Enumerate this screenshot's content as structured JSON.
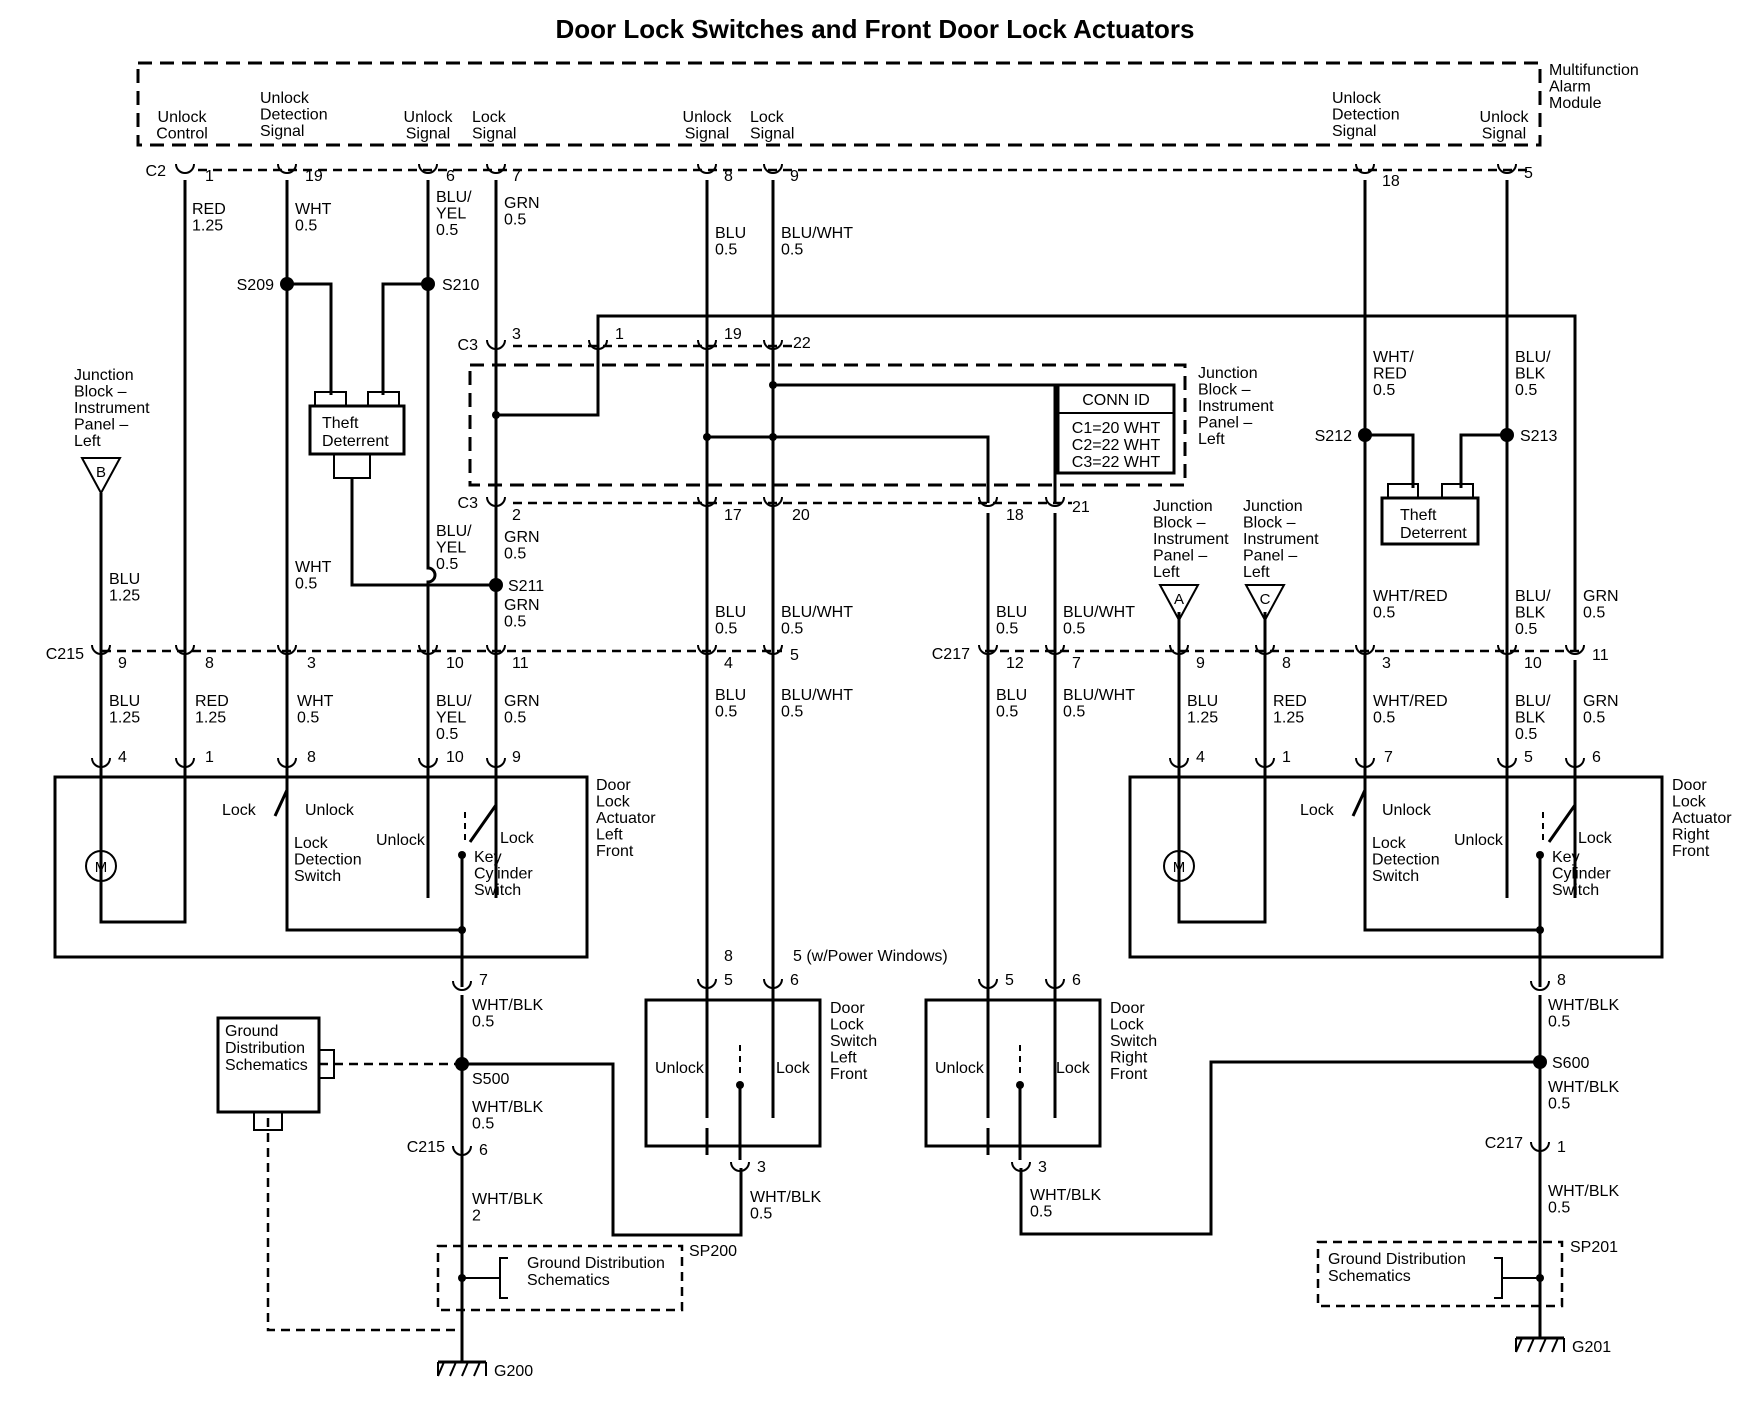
{
  "title": "Door Lock Switches and Front Door Lock Actuators",
  "labels": {
    "unlock_control": [
      "Unlock",
      "Control"
    ],
    "unlock_detection_signal_left": [
      "Unlock",
      "Detection",
      "Signal"
    ],
    "unlock_signal_left": [
      "Unlock",
      "Signal"
    ],
    "lock_signal_left": [
      "Lock",
      "Signal"
    ],
    "unlock_signal_mid": [
      "Unlock",
      "Signal"
    ],
    "lock_signal_mid": [
      "Lock",
      "Signal"
    ],
    "unlock_detection_signal_right": [
      "Unlock",
      "Detection",
      "Signal"
    ],
    "unlock_signal_right": [
      "Unlock",
      "Signal"
    ],
    "multifunction_alarm_module": [
      "Multifunction",
      "Alarm",
      "Module"
    ],
    "junction_block_ip_left_b": [
      "Junction",
      "Block –",
      "Instrument",
      "Panel –",
      "Left"
    ],
    "junction_block_ip_left_box": [
      "Junction",
      "Block –",
      "Instrument",
      "Panel –",
      "Left"
    ],
    "junction_block_ip_left_a": [
      "Junction",
      "Block –",
      "Instrument",
      "Panel –",
      "Left"
    ],
    "junction_block_ip_left_c": [
      "Junction",
      "Block –",
      "Instrument",
      "Panel –",
      "Left"
    ],
    "theft_deterrent_left": [
      "Theft",
      "Deterrent"
    ],
    "theft_deterrent_right": [
      "Theft",
      "Deterrent"
    ],
    "conn_id_title": "CONN ID",
    "conn_id_rows": [
      "C1=20 WHT",
      "C2=22 WHT",
      "C3=22 WHT"
    ],
    "door_lock_actuator_left": [
      "Door",
      "Lock",
      "Actuator",
      "Left",
      "Front"
    ],
    "door_lock_actuator_right": [
      "Door",
      "Lock",
      "Actuator",
      "Right",
      "Front"
    ],
    "door_lock_switch_left": [
      "Door",
      "Lock",
      "Switch",
      "Left",
      "Front"
    ],
    "door_lock_switch_right": [
      "Door",
      "Lock",
      "Switch",
      "Right",
      "Front"
    ],
    "ground_distribution_box": [
      "Ground",
      "Distribution",
      "Schematics"
    ],
    "ground_distribution_sp200": [
      "Ground Distribution",
      "Schematics"
    ],
    "ground_distribution_sp201": [
      "Ground Distribution",
      "Schematics"
    ],
    "lock": "Lock",
    "unlock": "Unlock",
    "lock_detection_switch": [
      "Lock",
      "Detection",
      "Switch"
    ],
    "key_cylinder_switch": [
      "Key",
      "Cylinder",
      "Switch"
    ],
    "motor": "M",
    "power_windows_note": "5 (w/Power Windows)"
  },
  "connectors": {
    "c2": "C2",
    "c3_top": "C3",
    "c3_bottom": "C3",
    "c215_mid": "C215",
    "c217_mid": "C217",
    "c215_low": "C215",
    "c217_low": "C217"
  },
  "splices": {
    "s209": "S209",
    "s210": "S210",
    "s211": "S211",
    "s212": "S212",
    "s213": "S213",
    "s500": "S500",
    "s600": "S600",
    "sp200": "SP200",
    "sp201": "SP201"
  },
  "grounds": {
    "g200": "G200",
    "g201": "G201"
  },
  "offpage": {
    "b": "B",
    "a": "A",
    "c": "C"
  },
  "pins": {
    "c2": [
      "1",
      "19",
      "6",
      "7",
      "8",
      "9",
      "18",
      "5"
    ],
    "c3_top": [
      "3",
      "1",
      "19",
      "22"
    ],
    "c3_bottom": [
      "2",
      "17",
      "20",
      "18",
      "21"
    ],
    "c215_mid": [
      "9",
      "8",
      "3",
      "10",
      "11",
      "4",
      "5"
    ],
    "c217_mid": [
      "12",
      "7",
      "9",
      "8",
      "3",
      "10",
      "11"
    ],
    "actuator_left": [
      "4",
      "1",
      "8",
      "10",
      "9",
      "7"
    ],
    "actuator_right": [
      "4",
      "1",
      "7",
      "5",
      "6",
      "8"
    ],
    "switch_left": [
      "8",
      "5",
      "6",
      "3"
    ],
    "switch_right": [
      "5",
      "6",
      "3"
    ],
    "c215_low": "6",
    "c217_low": "1"
  },
  "wires": {
    "red_125": [
      "RED",
      "1.25"
    ],
    "wht_05": [
      "WHT",
      "0.5"
    ],
    "blu_yel_05": [
      "BLU/",
      "YEL",
      "0.5"
    ],
    "grn_05": [
      "GRN",
      "0.5"
    ],
    "blu_05": [
      "BLU",
      "0.5"
    ],
    "blu_wht_05": [
      "BLU/WHT",
      "0.5"
    ],
    "blu_125": [
      "BLU",
      "1.25"
    ],
    "wht_red_05_stacked": [
      "WHT/",
      "RED",
      "0.5"
    ],
    "wht_red_05": [
      "WHT/RED",
      "0.5"
    ],
    "blu_blk_05": [
      "BLU/",
      "BLK",
      "0.5"
    ],
    "wht_blk_05": [
      "WHT/BLK",
      "0.5"
    ],
    "wht_blk_2": [
      "WHT/BLK",
      "2"
    ]
  },
  "colors": {
    "ink": "#000000",
    "background": "#ffffff"
  }
}
